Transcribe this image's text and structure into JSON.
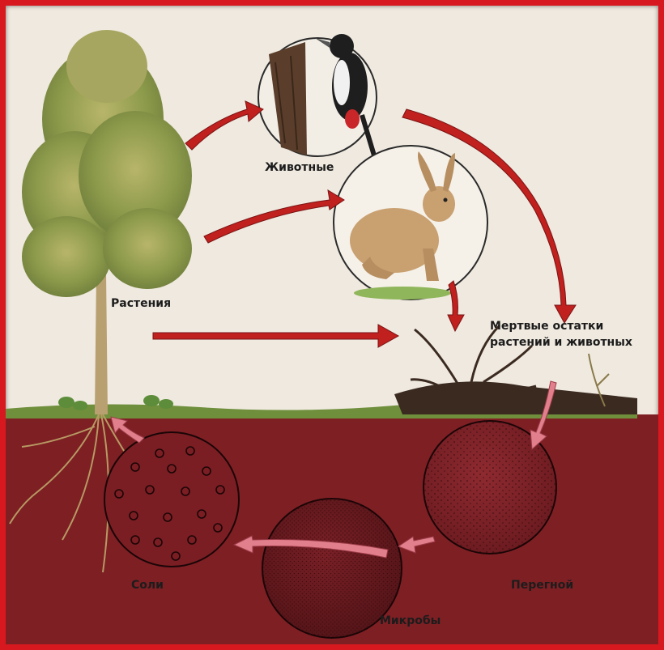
{
  "labels": {
    "animals": "Животные",
    "plants": "Растения",
    "remains": "Мертвые остатки растений и животных",
    "humus": "Перегной",
    "microbes": "Микробы",
    "salts": "Соли"
  },
  "colors": {
    "frame": "#d8181f",
    "soil": "#7e1f24",
    "arrow": "#c0201e",
    "arrow_soil": "#e27f8c",
    "paper": "#efe9df"
  }
}
